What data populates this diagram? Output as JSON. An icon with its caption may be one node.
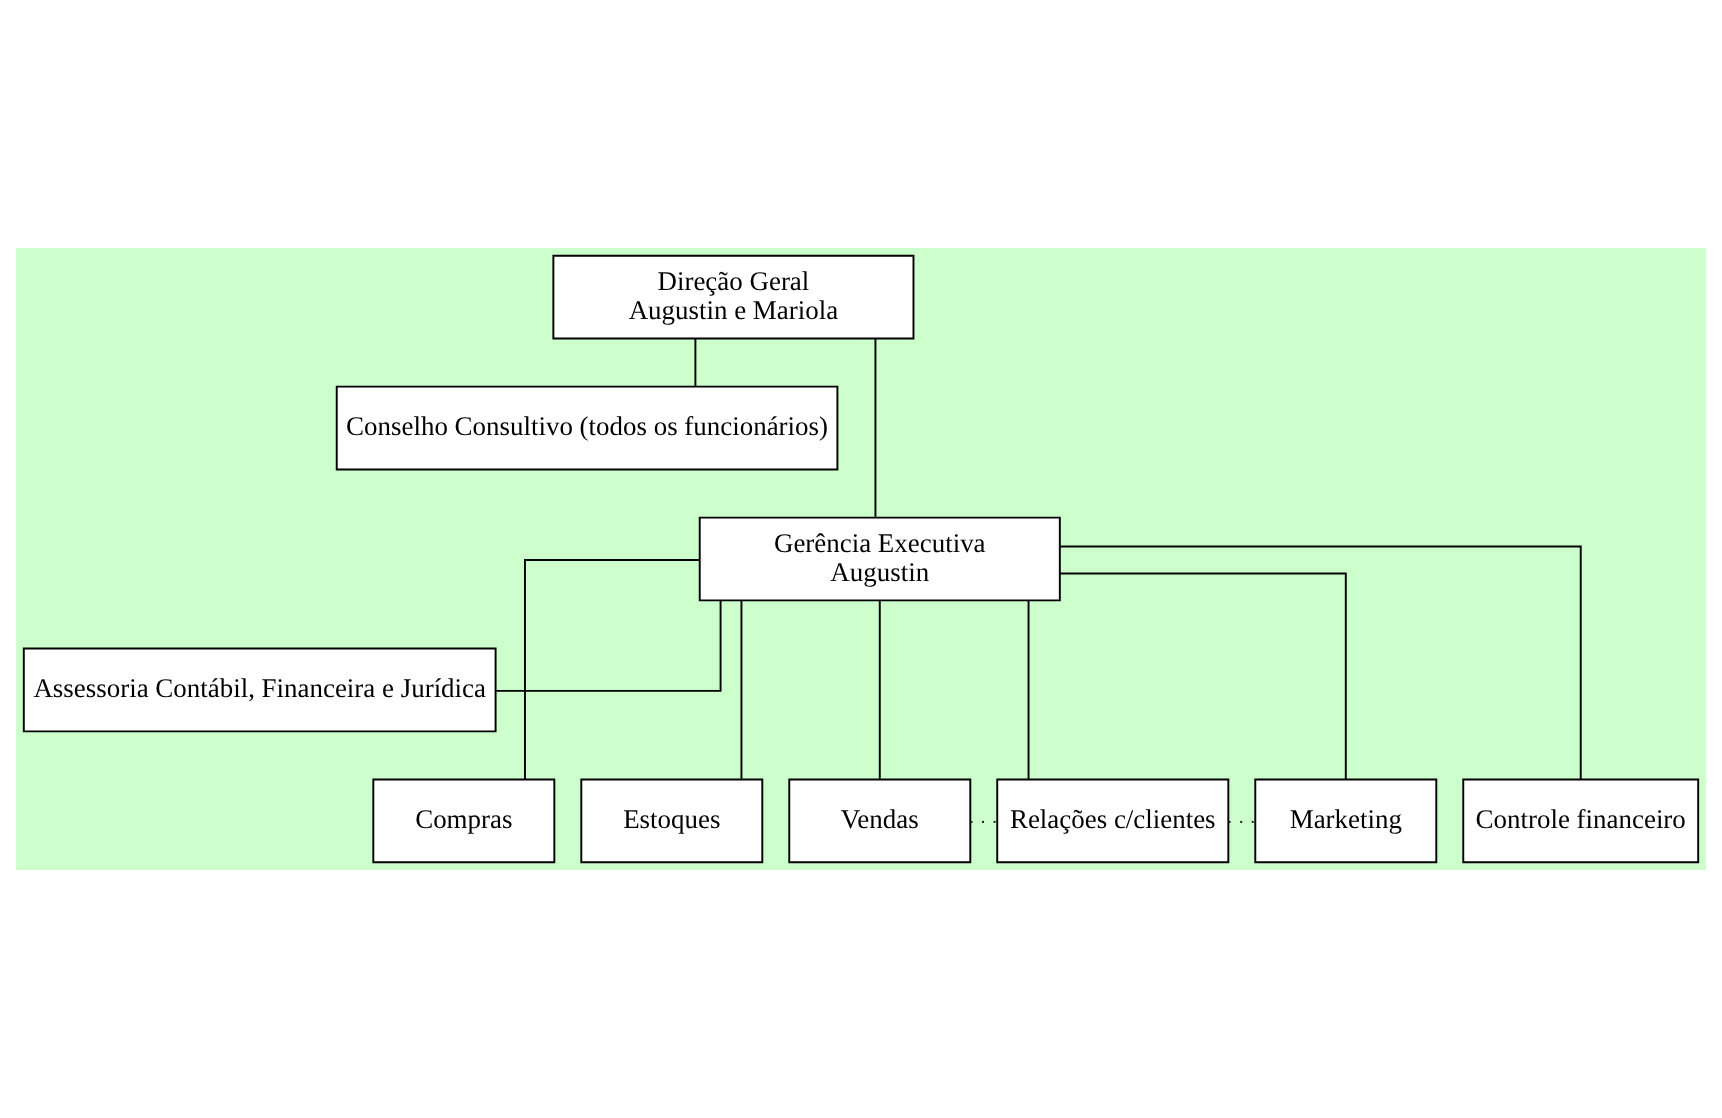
{
  "diagram": {
    "nodes": [
      {
        "text": [
          "Direção Geral",
          "Augustin e Mariola"
        ]
      },
      {
        "text": [
          "Conselho Consultivo (todos os funcionários)"
        ]
      },
      {
        "text": [
          "Gerência Executiva",
          "Augustin"
        ]
      },
      {
        "text": [
          "Assessoria Contábil, Financeira e Jurídica"
        ]
      },
      {
        "text": [
          "Compras"
        ]
      },
      {
        "text": [
          "Estoques"
        ]
      },
      {
        "text": [
          "Vendas"
        ]
      },
      {
        "text": [
          "Relações c/clientes"
        ]
      },
      {
        "text": [
          "Marketing"
        ]
      },
      {
        "text": [
          "Controle financeiro"
        ]
      }
    ],
    "edges": [
      {
        "from": 0,
        "to": 2,
        "arrow": "none"
      },
      {
        "from": 0,
        "to": 1,
        "arrow": "none"
      },
      {
        "from": 2,
        "to": 3,
        "arrow": "none"
      },
      {
        "from": 2,
        "to": 4,
        "arrow": "none"
      },
      {
        "from": 2,
        "to": 5,
        "arrow": "none"
      },
      {
        "from": 2,
        "to": 6,
        "arrow": "none"
      },
      {
        "from": 2,
        "to": 7,
        "arrow": "none"
      },
      {
        "from": 2,
        "to": 8,
        "arrow": "none"
      },
      {
        "from": 2,
        "to": 9,
        "arrow": "none"
      },
      {
        "from": 6,
        "to": 7,
        "arrow": "none",
        "style": "dashed"
      },
      {
        "from": 7,
        "to": 8,
        "arrow": "none",
        "style": "dashed"
      }
    ]
  }
}
